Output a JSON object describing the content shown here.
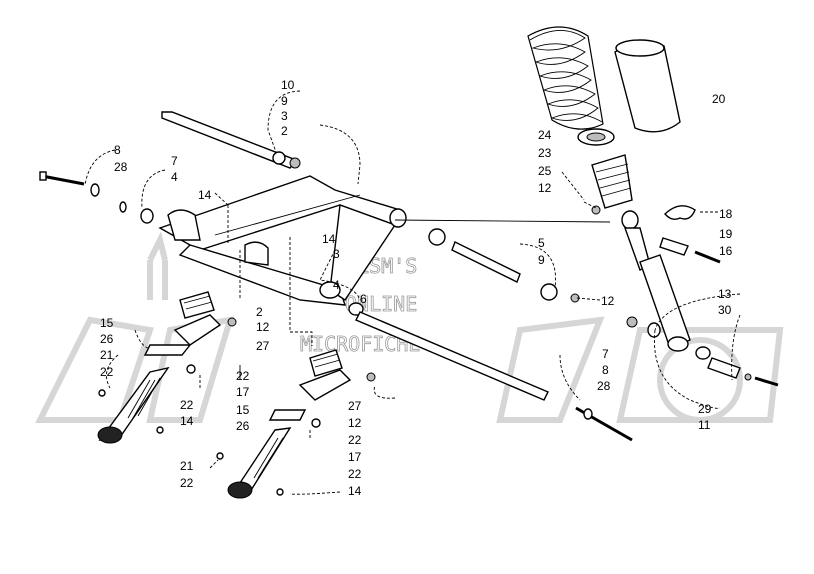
{
  "watermark": {
    "line1": "HLSM'S",
    "line2": "ONLINE",
    "line3": "MICROFICHE"
  },
  "callouts": [
    {
      "id": "c10a",
      "text": "10"
    },
    {
      "id": "c9a",
      "text": "9"
    },
    {
      "id": "c3a",
      "text": "3"
    },
    {
      "id": "c2a",
      "text": "2"
    },
    {
      "id": "c8a",
      "text": "8"
    },
    {
      "id": "c28a",
      "text": "28"
    },
    {
      "id": "c7a",
      "text": "7"
    },
    {
      "id": "c4a",
      "text": "4"
    },
    {
      "id": "c14a",
      "text": "14"
    },
    {
      "id": "c14b",
      "text": "14"
    },
    {
      "id": "c3b",
      "text": "3"
    },
    {
      "id": "c4b",
      "text": "4"
    },
    {
      "id": "c6",
      "text": "6"
    },
    {
      "id": "c5",
      "text": "5"
    },
    {
      "id": "c9b",
      "text": "9"
    },
    {
      "id": "c12a",
      "text": "12"
    },
    {
      "id": "c2b",
      "text": "2"
    },
    {
      "id": "c12b",
      "text": "12"
    },
    {
      "id": "c27a",
      "text": "27"
    },
    {
      "id": "c15a",
      "text": "15"
    },
    {
      "id": "c26a",
      "text": "26"
    },
    {
      "id": "c21a",
      "text": "21"
    },
    {
      "id": "c22a",
      "text": "22"
    },
    {
      "id": "c22b",
      "text": "22"
    },
    {
      "id": "c17a",
      "text": "17"
    },
    {
      "id": "c22c",
      "text": "22"
    },
    {
      "id": "c14c",
      "text": "14"
    },
    {
      "id": "c15b",
      "text": "15"
    },
    {
      "id": "c26b",
      "text": "26"
    },
    {
      "id": "c27b",
      "text": "27"
    },
    {
      "id": "c12c",
      "text": "12"
    },
    {
      "id": "c22d",
      "text": "22"
    },
    {
      "id": "c17b",
      "text": "17"
    },
    {
      "id": "c21b",
      "text": "21"
    },
    {
      "id": "c22e",
      "text": "22"
    },
    {
      "id": "c22f",
      "text": "22"
    },
    {
      "id": "c14d",
      "text": "14"
    },
    {
      "id": "c7b",
      "text": "7"
    },
    {
      "id": "c8b",
      "text": "8"
    },
    {
      "id": "c28b",
      "text": "28"
    },
    {
      "id": "c20",
      "text": "20"
    },
    {
      "id": "c24",
      "text": "24"
    },
    {
      "id": "c23",
      "text": "23"
    },
    {
      "id": "c25",
      "text": "25"
    },
    {
      "id": "c12d",
      "text": "12"
    },
    {
      "id": "c18",
      "text": "18"
    },
    {
      "id": "c19",
      "text": "19"
    },
    {
      "id": "c16",
      "text": "16"
    },
    {
      "id": "c13",
      "text": "13"
    },
    {
      "id": "c30",
      "text": "30"
    },
    {
      "id": "c29",
      "text": "29"
    },
    {
      "id": "c11",
      "text": "11"
    }
  ]
}
